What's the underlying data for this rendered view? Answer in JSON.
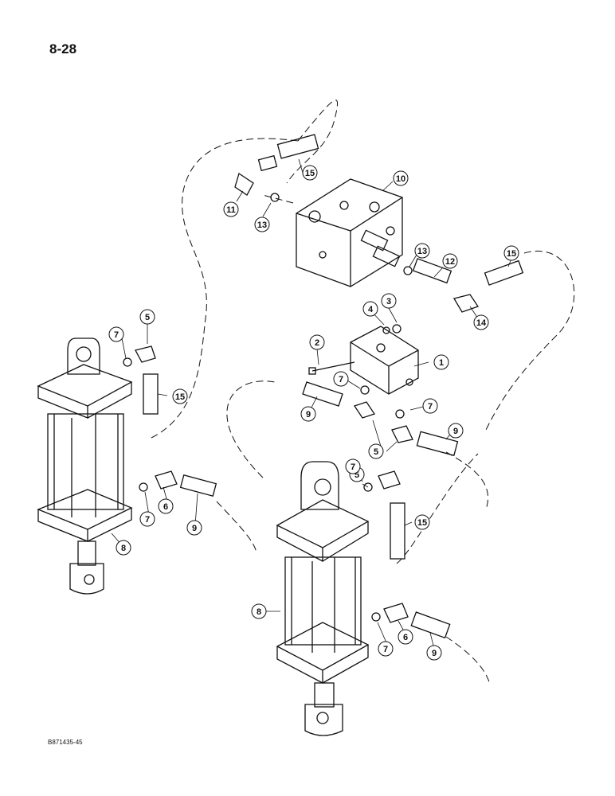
{
  "page_number": "8-28",
  "figure_code": "B871435-45",
  "callouts": [
    {
      "id": "c1",
      "label": "1"
    },
    {
      "id": "c2",
      "label": "2"
    },
    {
      "id": "c3",
      "label": "3"
    },
    {
      "id": "c4",
      "label": "4"
    },
    {
      "id": "c5a",
      "label": "5"
    },
    {
      "id": "c5b",
      "label": "5"
    },
    {
      "id": "c5c",
      "label": "5"
    },
    {
      "id": "c6a",
      "label": "6"
    },
    {
      "id": "c6b",
      "label": "6"
    },
    {
      "id": "c7a",
      "label": "7"
    },
    {
      "id": "c7b",
      "label": "7"
    },
    {
      "id": "c7c",
      "label": "7"
    },
    {
      "id": "c7d",
      "label": "7"
    },
    {
      "id": "c7e",
      "label": "7"
    },
    {
      "id": "c7f",
      "label": "7"
    },
    {
      "id": "c8a",
      "label": "8"
    },
    {
      "id": "c8b",
      "label": "8"
    },
    {
      "id": "c9a",
      "label": "9"
    },
    {
      "id": "c9b",
      "label": "9"
    },
    {
      "id": "c9c",
      "label": "9"
    },
    {
      "id": "c9d",
      "label": "9"
    },
    {
      "id": "c10",
      "label": "10"
    },
    {
      "id": "c11",
      "label": "11"
    },
    {
      "id": "c12",
      "label": "12"
    },
    {
      "id": "c13a",
      "label": "13"
    },
    {
      "id": "c13b",
      "label": "13"
    },
    {
      "id": "c14",
      "label": "14"
    },
    {
      "id": "c15a",
      "label": "15"
    },
    {
      "id": "c15b",
      "label": "15"
    },
    {
      "id": "c15c",
      "label": "15"
    },
    {
      "id": "c15d",
      "label": "15"
    }
  ]
}
